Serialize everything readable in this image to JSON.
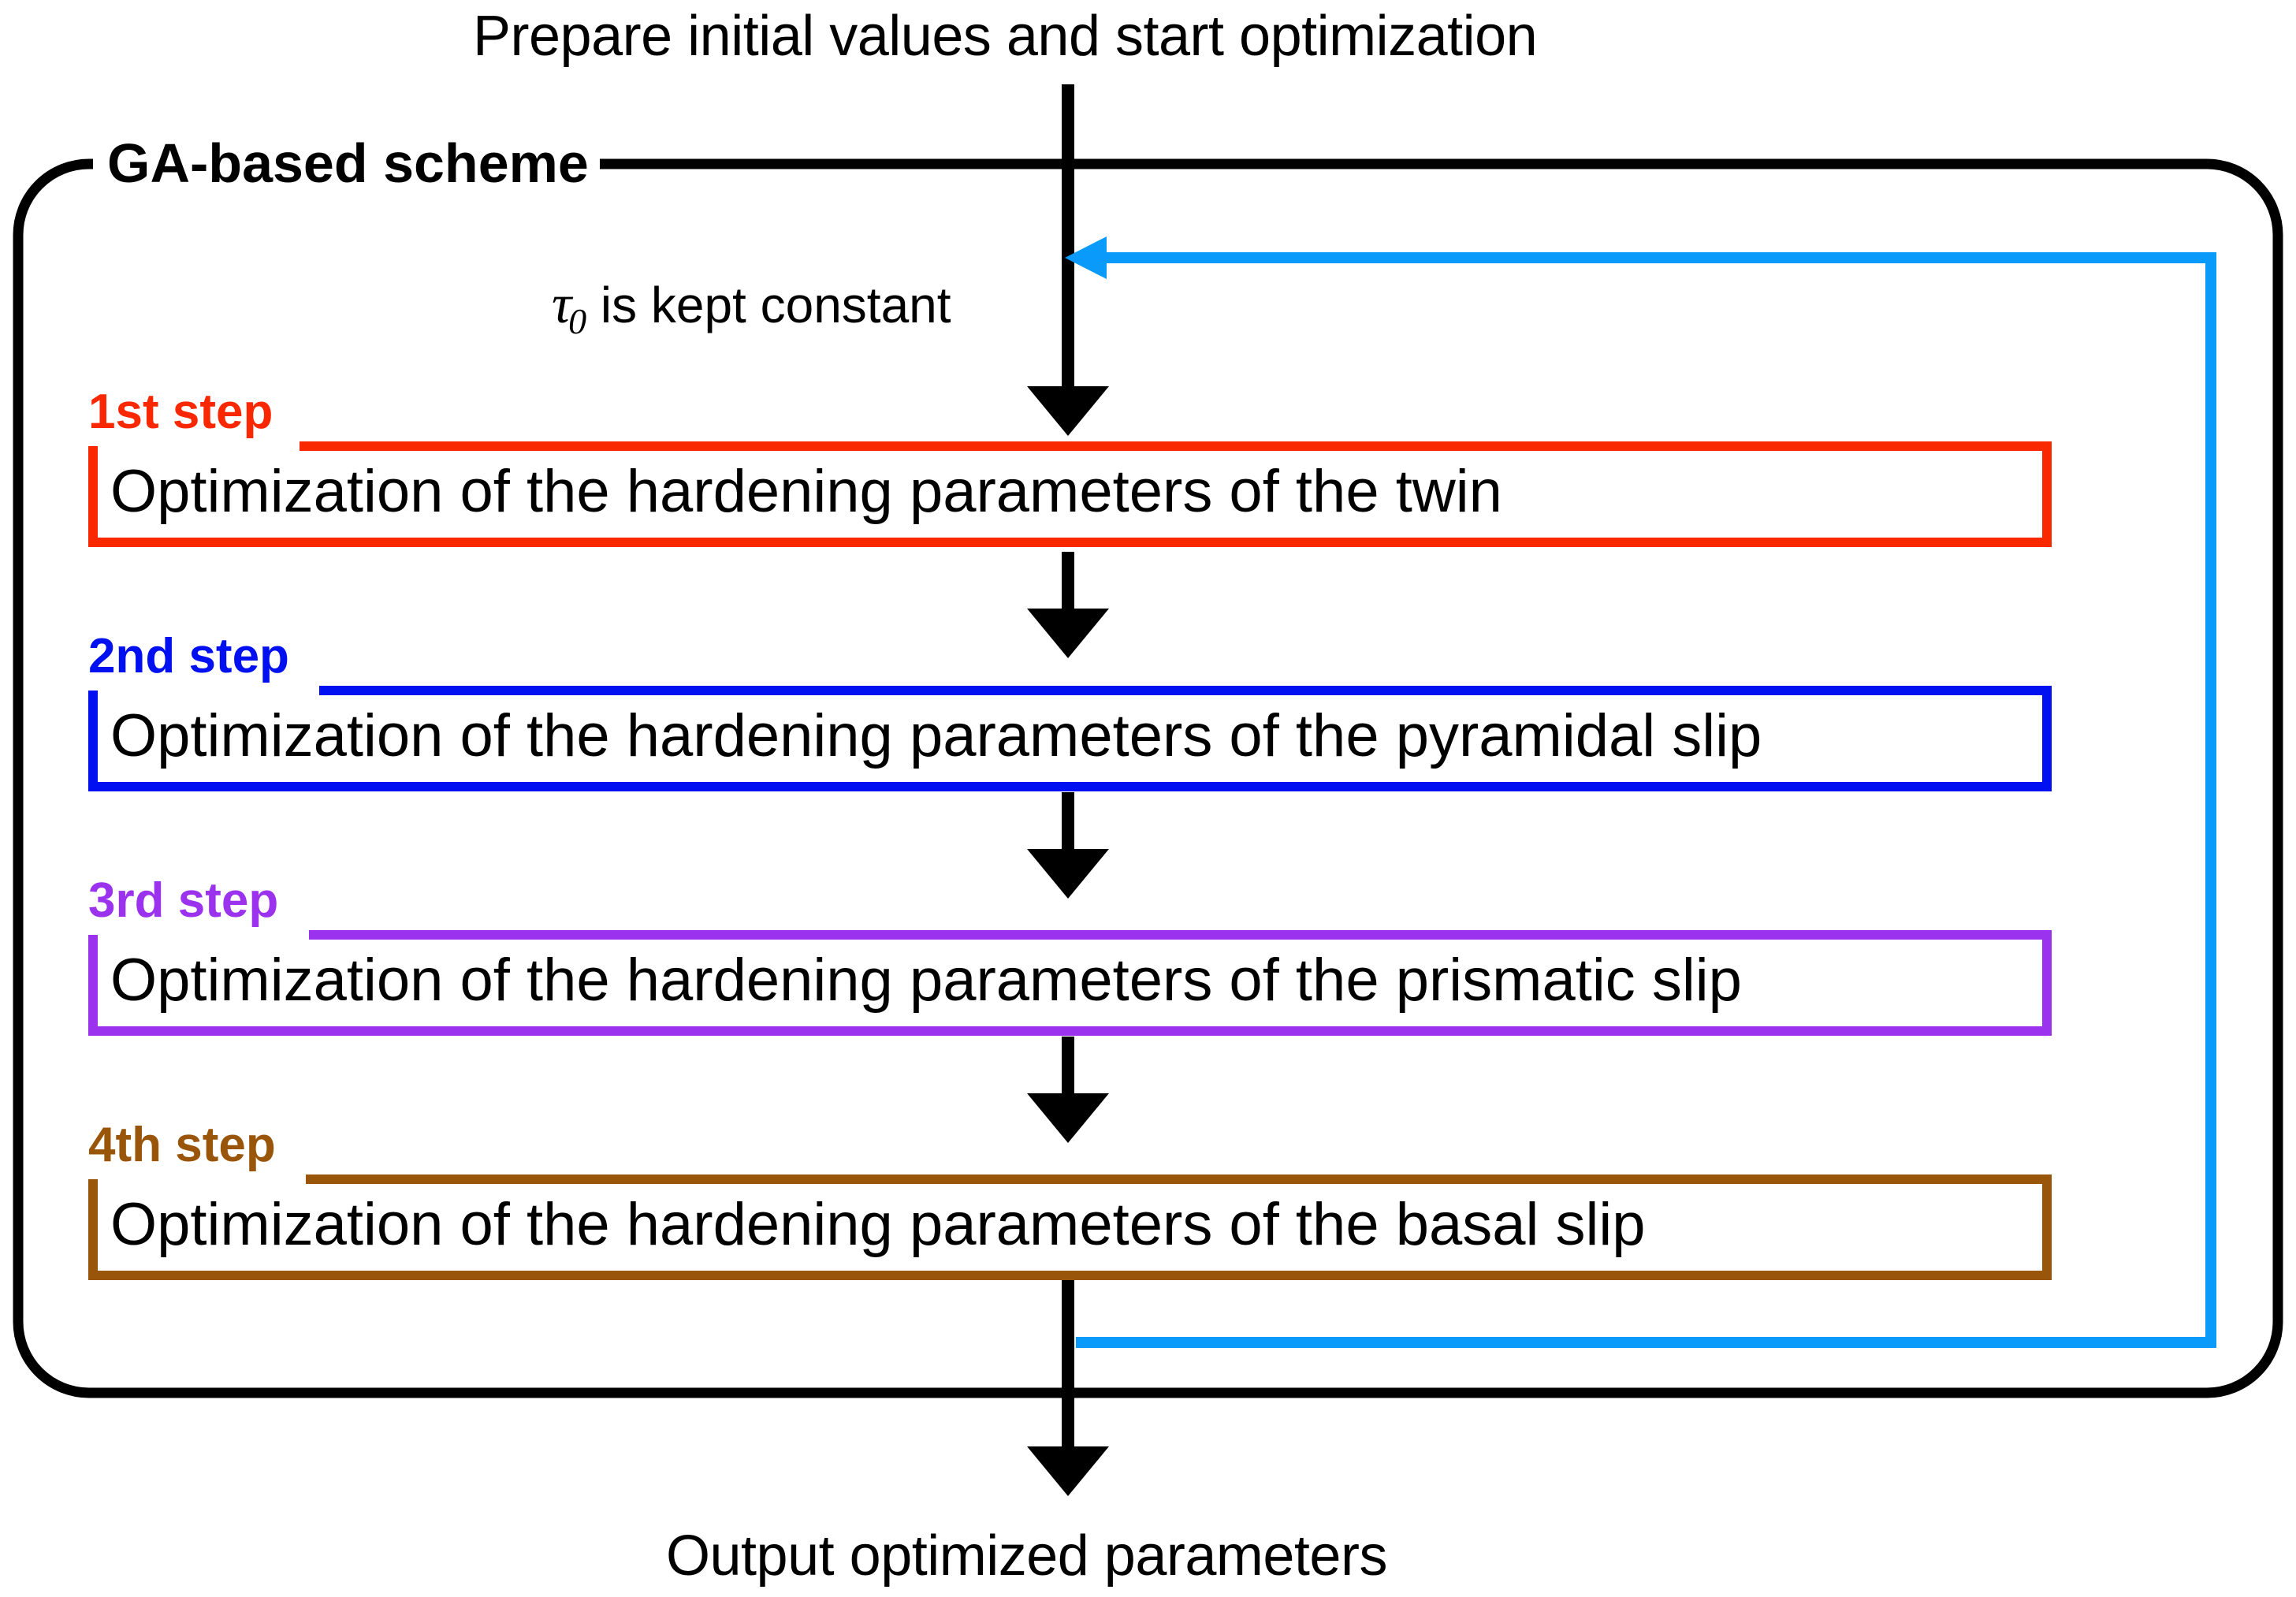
{
  "diagram": {
    "title_top": "Prepare initial values and start optimization",
    "title_bottom": "Output optimized parameters",
    "container_label": "GA-based scheme",
    "annotation": {
      "symbol": "τ",
      "subscript": "0",
      "text": " is kept constant"
    },
    "colors": {
      "outline": "#000000",
      "feedback_arrow": "#0A9BFA",
      "step1": "#FA2800",
      "step2": "#0010F0",
      "step3": "#9A32EE",
      "step4": "#99550A",
      "background": "#FFFFFF"
    },
    "steps": [
      {
        "tag": "1st step",
        "body": "Optimization of the hardening parameters of the twin",
        "color": "#FA2800"
      },
      {
        "tag": "2nd step",
        "body": "Optimization of the hardening parameters of the pyramidal slip",
        "color": "#0010F0"
      },
      {
        "tag": "3rd step",
        "body": "Optimization of the hardening parameters of the prismatic slip",
        "color": "#9A32EE"
      },
      {
        "tag": "4th step",
        "body": "Optimization of the hardening parameters of the basal slip",
        "color": "#99550A"
      }
    ],
    "flow": {
      "entry_arrow": "arrow-down-into-step1",
      "between_arrows": [
        "arrow-down-step1-to-step2",
        "arrow-down-step2-to-step3",
        "arrow-down-step3-to-step4"
      ],
      "exit_arrow": "arrow-down-out-of-container",
      "feedback_loop": "feedback-loop-arrow-left"
    }
  }
}
